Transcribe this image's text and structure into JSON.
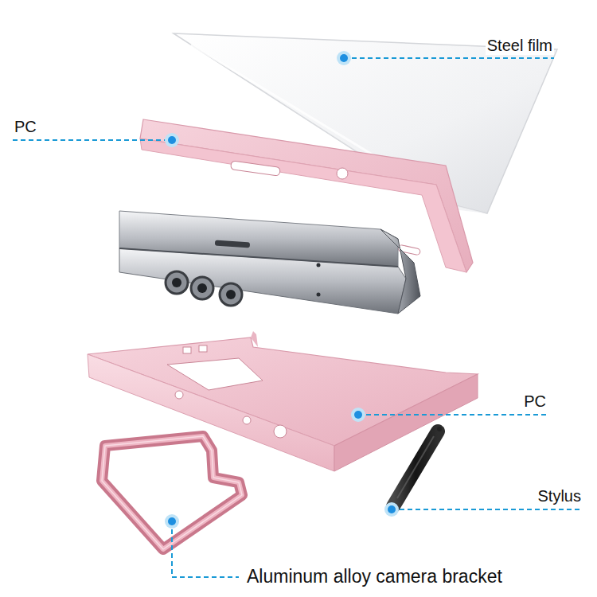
{
  "diagram": {
    "labels": [
      "Steel film",
      "PC",
      "PC",
      "Stylus",
      "Aluminum alloy camera bracket"
    ]
  }
}
